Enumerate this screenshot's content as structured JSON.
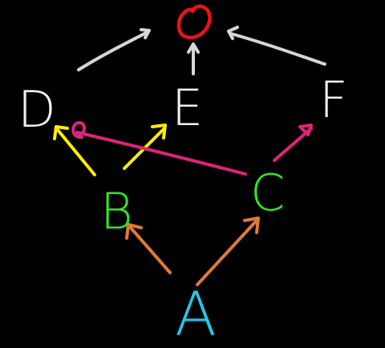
{
  "colors": {
    "background": "#000000",
    "white": "#f2f2f2",
    "grey": "#d6d6d6",
    "yellow": "#ffee00",
    "magenta": "#e0237a",
    "orange": "#e07a35",
    "green": "#33e622",
    "cyan": "#23c8e6",
    "red": "#e81414"
  },
  "nodes": {
    "top": {
      "label": "",
      "color": "red",
      "shape": "circle"
    },
    "d": {
      "label": "D",
      "color": "white"
    },
    "e": {
      "label": "E",
      "color": "white"
    },
    "f": {
      "label": "F",
      "color": "white"
    },
    "b": {
      "label": "B",
      "color": "green"
    },
    "c": {
      "label": "C",
      "color": "green"
    },
    "a": {
      "label": "A",
      "color": "cyan"
    }
  },
  "edges": [
    {
      "from": "A",
      "to": "B",
      "color": "orange"
    },
    {
      "from": "A",
      "to": "C",
      "color": "orange"
    },
    {
      "from": "B",
      "to": "D",
      "color": "yellow"
    },
    {
      "from": "B",
      "to": "E",
      "color": "yellow"
    },
    {
      "from": "C",
      "to": "D",
      "color": "magenta"
    },
    {
      "from": "C",
      "to": "F",
      "color": "magenta"
    },
    {
      "from": "D",
      "to": "top",
      "color": "grey"
    },
    {
      "from": "E",
      "to": "top",
      "color": "grey"
    },
    {
      "from": "F",
      "to": "top",
      "color": "grey"
    }
  ]
}
